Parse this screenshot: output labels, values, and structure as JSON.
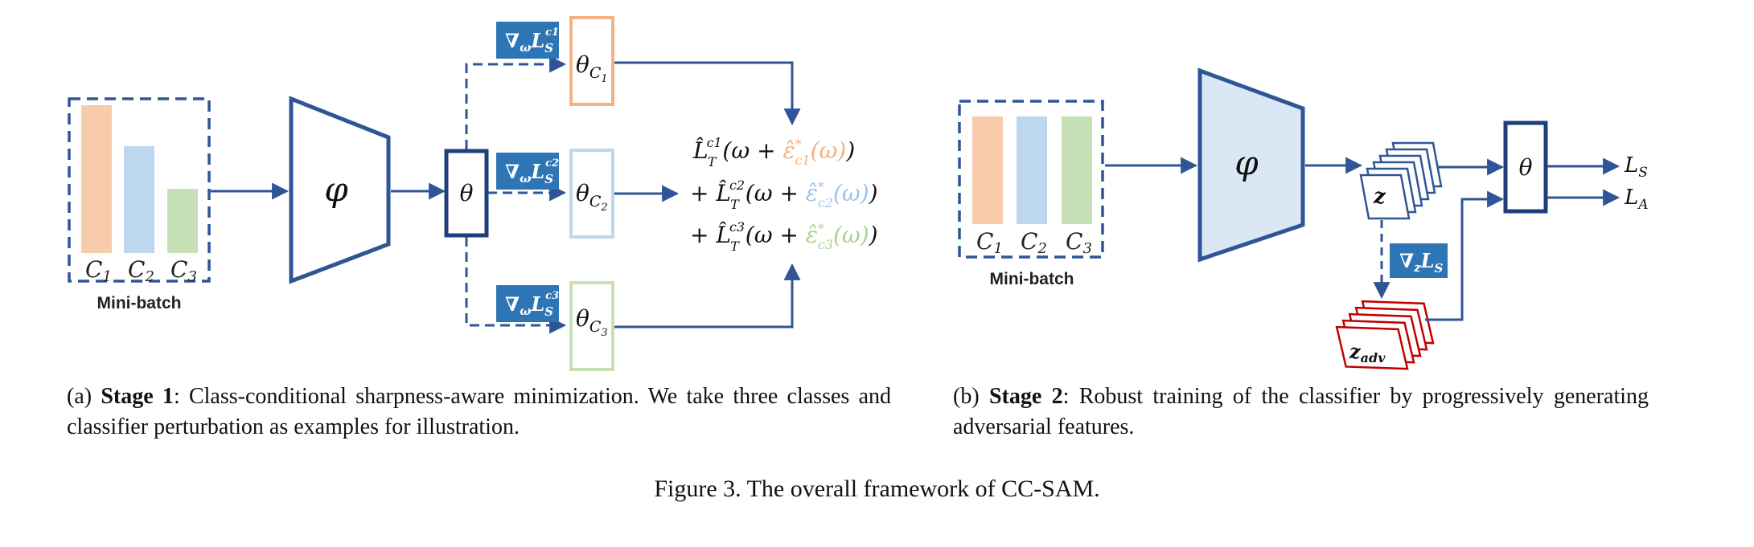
{
  "figure": {
    "panel_a": {
      "minibatch_label": "Mini-batch",
      "classes": [
        "C",
        "C",
        "C"
      ],
      "class_subscripts": [
        "1",
        "2",
        "3"
      ],
      "encoder_symbol": "φ",
      "shared_classifier_symbol": "θ",
      "gradient_box_base": "∇",
      "gradient_box_sub": "ω",
      "gradient_box_L": "L",
      "gradient_box_S": "S",
      "gradient_superscripts": [
        "c1",
        "c2",
        "c3"
      ],
      "perturbed_classifier_symbol": "θ",
      "perturbed_classifier_subs": [
        "C",
        "C",
        "C"
      ],
      "formula": {
        "lines": [
          {
            "prefix": "",
            "L": "L̂",
            "sup": "c1",
            "sub": "T",
            "open": "(ω + ",
            "eps": "ε̂",
            "eps_sup": "*",
            "eps_sub": "c1",
            "eps_arg": "(ω)",
            "close": ")",
            "color": "#f4b183"
          },
          {
            "prefix": "+ ",
            "L": "L̂",
            "sup": "c2",
            "sub": "T",
            "open": "(ω + ",
            "eps": "ε̂",
            "eps_sup": "*",
            "eps_sub": "c2",
            "eps_arg": "(ω)",
            "close": ")",
            "color": "#9dc3e6"
          },
          {
            "prefix": "+ ",
            "L": "L̂",
            "sup": "c3",
            "sub": "T",
            "open": "(ω + ",
            "eps": "ε̂",
            "eps_sup": "*",
            "eps_sub": "c3",
            "eps_arg": "(ω)",
            "close": ")",
            "color": "#a9d18e"
          }
        ]
      }
    },
    "panel_b": {
      "minibatch_label": "Mini-batch",
      "classes": [
        "C",
        "C",
        "C"
      ],
      "class_subscripts": [
        "1",
        "2",
        "3"
      ],
      "encoder_symbol": "φ",
      "feature_label": "z",
      "adv_feature_label": "z",
      "adv_feature_sub": "adv",
      "gradient_box_base": "∇",
      "gradient_box_sub": "z",
      "gradient_box_L": "L",
      "gradient_box_S": "S",
      "classifier_symbol": "θ",
      "outputs": [
        {
          "L": "L",
          "sub": "S"
        },
        {
          "L": "L",
          "sub": "A"
        }
      ]
    },
    "colors": {
      "blue": "#2f5597",
      "blue_fill": "#2e75b6",
      "orange": "#f4b183",
      "lightblue": "#bdd7ee",
      "green": "#c5e0b4",
      "red": "#c00000",
      "encoder_fill_b": "#dae7f5"
    }
  },
  "captions": {
    "a_prefix": "(a) ",
    "a_bold": "Stage 1",
    "a_text": ": Class-conditional sharpness-aware minimization. We take three classes and classifier perturbation as examples for illustration.",
    "b_prefix": "(b) ",
    "b_bold": "Stage 2",
    "b_text": ": Robust training of the classifier by progressively generating adversarial features.",
    "figure": "Figure 3. The overall framework of CC-SAM."
  }
}
